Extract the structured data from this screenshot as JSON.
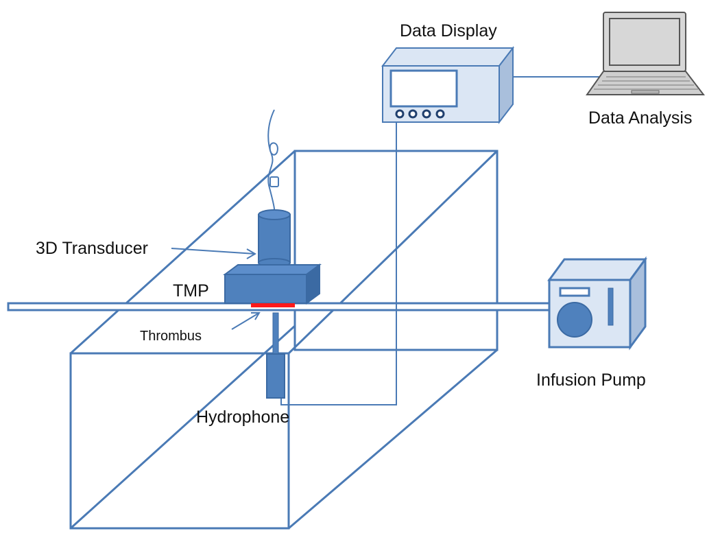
{
  "labels": {
    "data_display": "Data Display",
    "data_analysis": "Data Analysis",
    "transducer": "3D Transducer",
    "tmp": "TMP",
    "thrombus": "Thrombus",
    "hydrophone": "Hydrophone",
    "infusion_pump": "Infusion Pump"
  },
  "colors": {
    "outline": "#4a7ab5",
    "device_fill": "#dbe6f4",
    "device_side": "#a9bfdc",
    "component_fill": "#4f81bd",
    "component_dark": "#3b6aa3",
    "thrombus": "#ff1a1a",
    "laptop_fill": "#d7d7d7",
    "laptop_edge": "#555555"
  },
  "icons": {
    "display": "oscilloscope-icon",
    "laptop": "laptop-icon",
    "pump": "infusion-pump-icon"
  }
}
